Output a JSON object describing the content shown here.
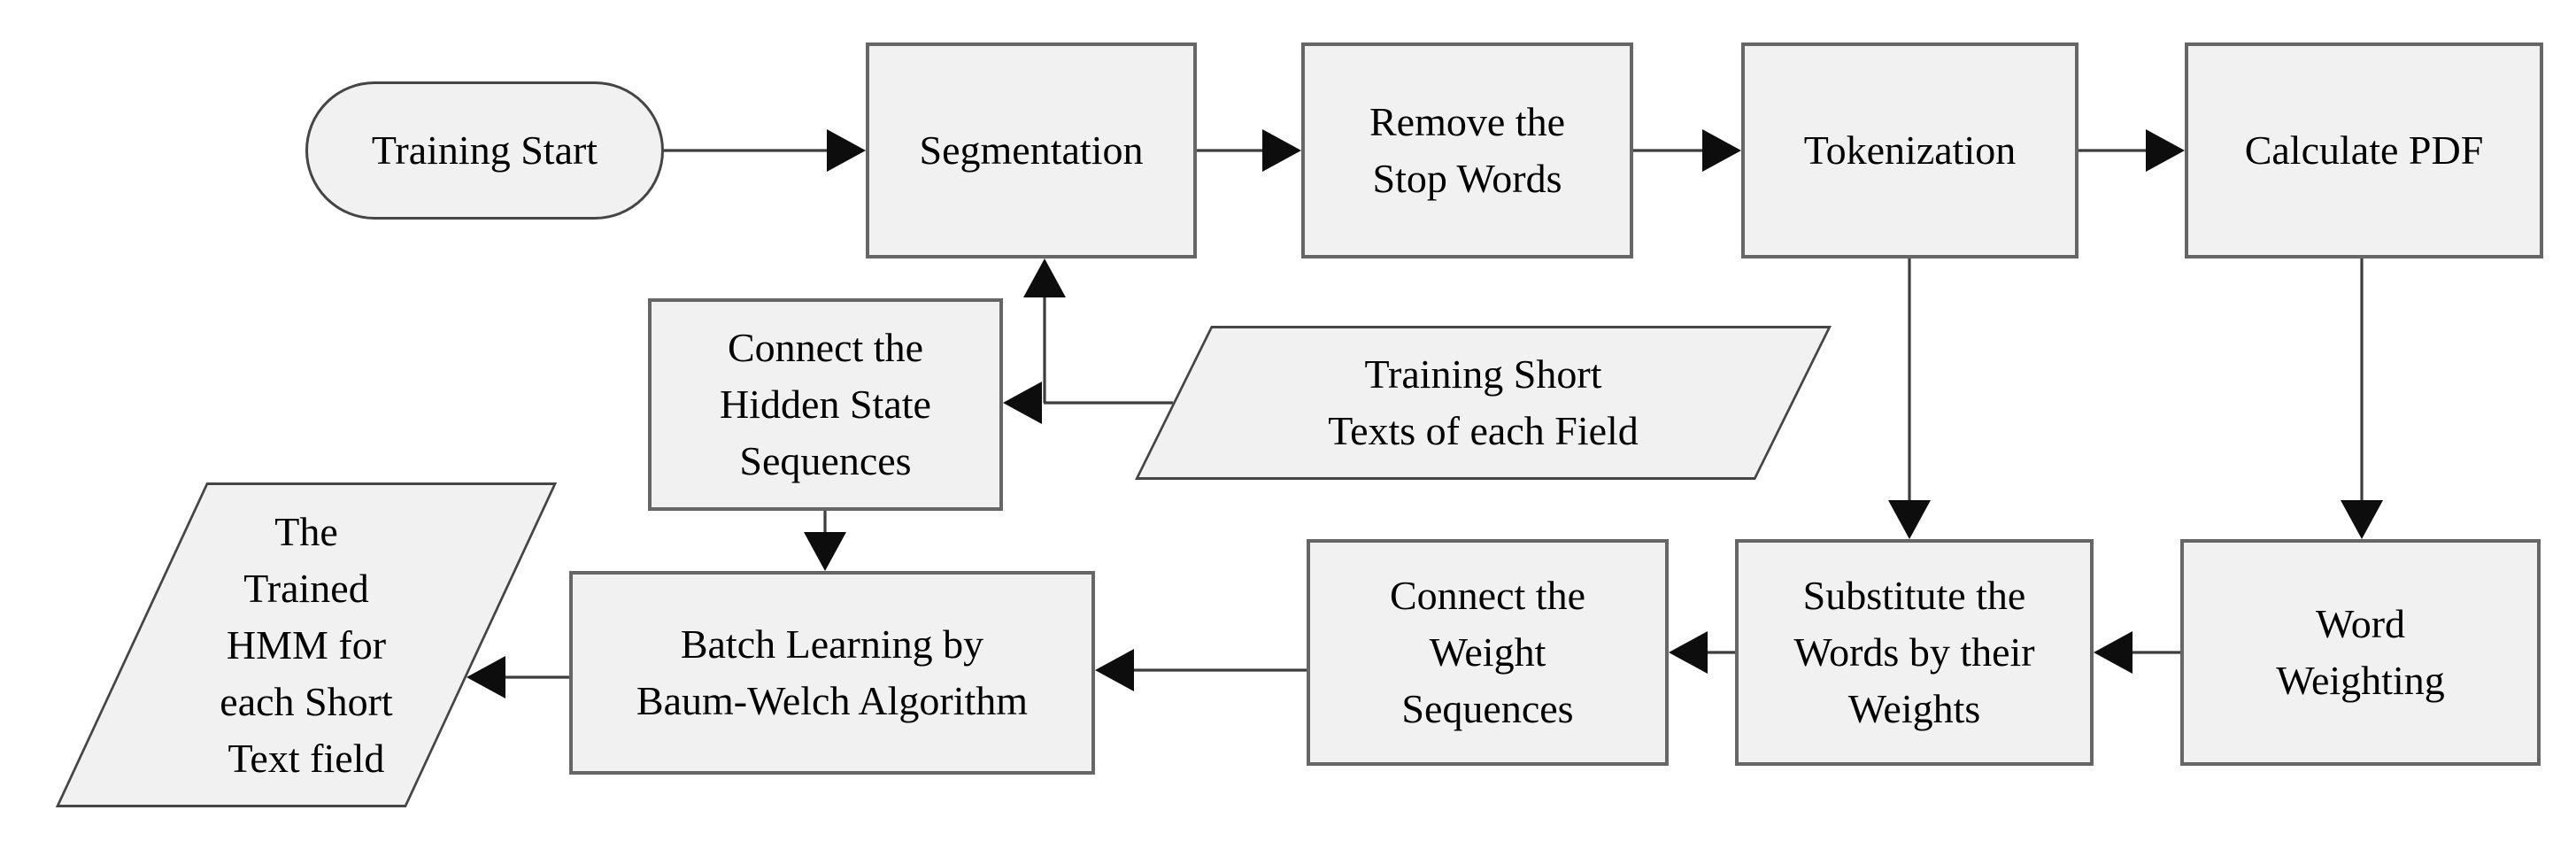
{
  "diagram": {
    "nodes": {
      "training_start": {
        "label": "Training Start",
        "shape": "terminator"
      },
      "segmentation": {
        "label": "Segmentation",
        "shape": "process"
      },
      "remove_stop_words": {
        "label": "Remove the\nStop Words",
        "shape": "process"
      },
      "tokenization": {
        "label": "Tokenization",
        "shape": "process"
      },
      "calculate_pdf": {
        "label": "Calculate PDF",
        "shape": "process"
      },
      "connect_hidden_state": {
        "label": "Connect the\nHidden State\nSequences",
        "shape": "process"
      },
      "training_short_texts": {
        "label": "Training Short\nTexts of each Field",
        "shape": "data-parallelogram"
      },
      "trained_hmm": {
        "label": "The\nTrained\nHMM for\neach Short\nText field",
        "shape": "data-parallelogram"
      },
      "batch_learning": {
        "label": "Batch Learning by\nBaum-Welch Algorithm",
        "shape": "process"
      },
      "connect_weight": {
        "label": "Connect the\nWeight\nSequences",
        "shape": "process"
      },
      "substitute_words": {
        "label": "Substitute the\nWords by their\nWeights",
        "shape": "process"
      },
      "word_weighting": {
        "label": "Word\nWeighting",
        "shape": "process"
      }
    },
    "edges": [
      {
        "from": "training_start",
        "to": "segmentation"
      },
      {
        "from": "segmentation",
        "to": "remove_stop_words"
      },
      {
        "from": "remove_stop_words",
        "to": "tokenization"
      },
      {
        "from": "tokenization",
        "to": "calculate_pdf"
      },
      {
        "from": "training_short_texts",
        "to": "connect_hidden_state"
      },
      {
        "from": "training_short_texts",
        "to": "segmentation"
      },
      {
        "from": "connect_hidden_state",
        "to": "batch_learning"
      },
      {
        "from": "tokenization",
        "to": "substitute_words"
      },
      {
        "from": "calculate_pdf",
        "to": "word_weighting"
      },
      {
        "from": "word_weighting",
        "to": "substitute_words"
      },
      {
        "from": "substitute_words",
        "to": "connect_weight"
      },
      {
        "from": "connect_weight",
        "to": "batch_learning"
      },
      {
        "from": "batch_learning",
        "to": "trained_hmm"
      }
    ],
    "colors": {
      "node_fill": "#f1f1f1",
      "node_border": "#666666",
      "terminator_border": "#454545",
      "connector_line": "#3d3d3d",
      "arrowhead": "#0d0d0d",
      "text": "#000000",
      "background": "#ffffff"
    }
  }
}
